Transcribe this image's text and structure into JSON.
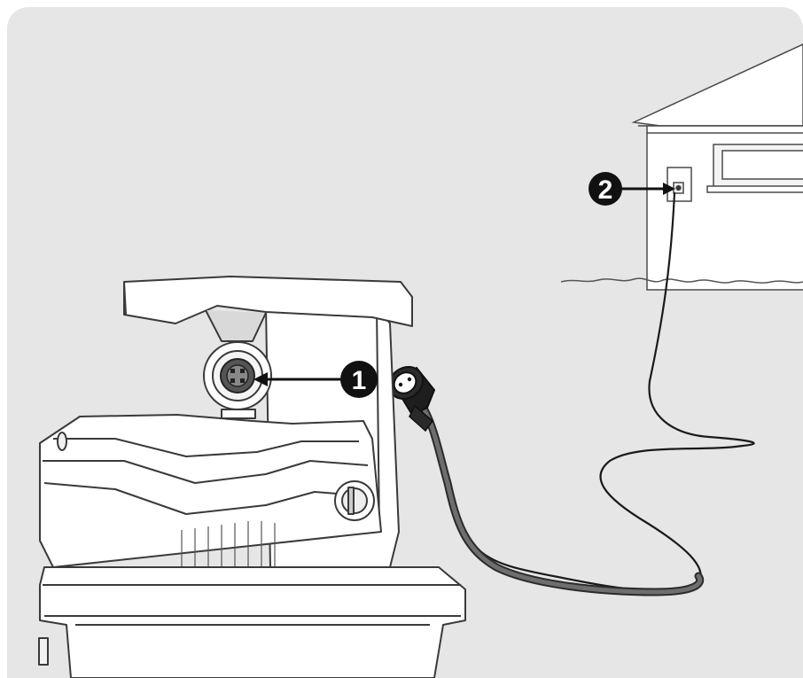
{
  "callouts": [
    {
      "label": "1",
      "target": "socket-on-shredder"
    },
    {
      "label": "2",
      "target": "wall-outlet"
    }
  ],
  "colors": {
    "background": "#e6e6e6",
    "line": "#2b2b2b",
    "cable": "#555555",
    "callout_fill": "#111111",
    "callout_text": "#ffffff"
  }
}
